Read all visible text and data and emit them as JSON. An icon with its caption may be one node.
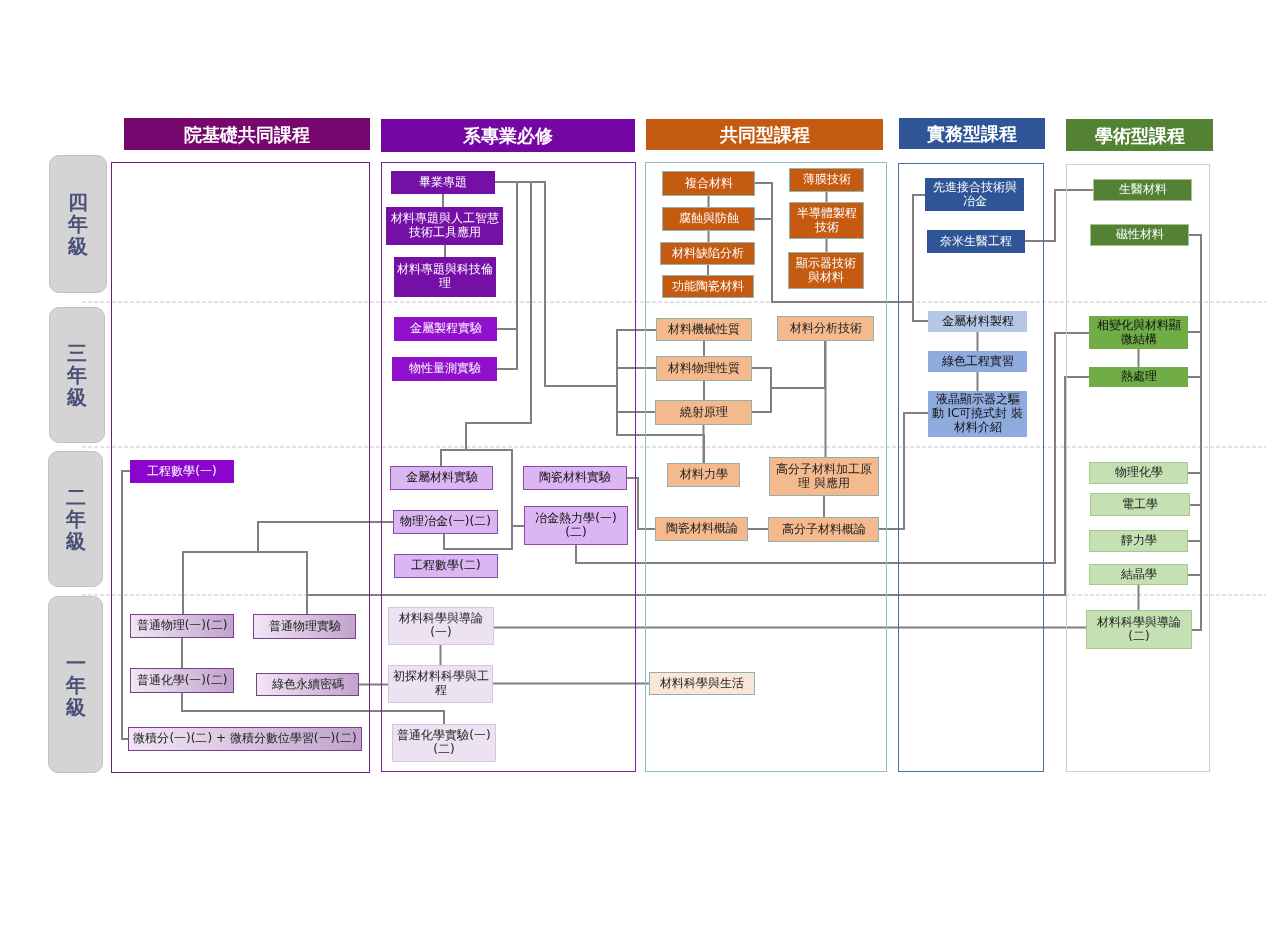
{
  "diagram": {
    "nodes": [
      {
        "text": [
          "院基礎共同課程"
        ]
      },
      {
        "text": [
          "系專業必修"
        ]
      },
      {
        "text": [
          "共同型課程"
        ]
      },
      {
        "text": [
          "實務型課程"
        ]
      },
      {
        "text": [
          "學術型課程"
        ]
      },
      {
        "text": [
          "四年級"
        ]
      },
      {
        "text": [
          "三年級"
        ]
      },
      {
        "text": [
          "二年級"
        ]
      },
      {
        "text": [
          "一年級"
        ]
      },
      {
        "text": [
          "工程數學(一)"
        ],
        "in": 0
      },
      {
        "text": [
          "普通物理(一)(二)"
        ],
        "in": 0
      },
      {
        "text": [
          "普通物理實驗"
        ],
        "in": 0
      },
      {
        "text": [
          "普通化學(一)(二)"
        ],
        "in": 0
      },
      {
        "text": [
          "綠色永續密碼"
        ],
        "in": 0
      },
      {
        "text": [
          "微積分(一)(二) + 微積分數位學習(一)(二)"
        ],
        "in": 0
      },
      {
        "text": [
          "畢業專題"
        ],
        "in": 1
      },
      {
        "text": [
          "材料專題與人工智慧技術工具應用"
        ],
        "in": 1
      },
      {
        "text": [
          "材料專題與科技倫理"
        ],
        "in": 1
      },
      {
        "text": [
          "金屬製程實驗"
        ],
        "in": 1
      },
      {
        "text": [
          "物性量測實驗"
        ],
        "in": 1
      },
      {
        "text": [
          "金屬材料實驗"
        ],
        "in": 1
      },
      {
        "text": [
          "陶瓷材料實驗"
        ],
        "in": 1
      },
      {
        "text": [
          "物理冶金(一)(二)"
        ],
        "in": 1
      },
      {
        "text": [
          "冶金熱力學(一)(二)"
        ],
        "in": 1
      },
      {
        "text": [
          "工程數學(二)"
        ],
        "in": 1
      },
      {
        "text": [
          "材料科學與導論(一)"
        ],
        "in": 1
      },
      {
        "text": [
          "初探材料科學與工程"
        ],
        "in": 1
      },
      {
        "text": [
          "普通化學實驗(一)(二)"
        ],
        "in": 1
      },
      {
        "text": [
          "複合材料"
        ],
        "in": 2
      },
      {
        "text": [
          "腐蝕與防蝕"
        ],
        "in": 2
      },
      {
        "text": [
          "材料缺陷分析"
        ],
        "in": 2
      },
      {
        "text": [
          "功能陶瓷材料"
        ],
        "in": 2
      },
      {
        "text": [
          "薄膜技術"
        ],
        "in": 2
      },
      {
        "text": [
          "半導體製程技術"
        ],
        "in": 2
      },
      {
        "text": [
          "顯示器技術與材料"
        ],
        "in": 2
      },
      {
        "text": [
          "材料機械性質"
        ],
        "in": 2
      },
      {
        "text": [
          "材料分析技術"
        ],
        "in": 2
      },
      {
        "text": [
          "材料物理性質"
        ],
        "in": 2
      },
      {
        "text": [
          "繞射原理"
        ],
        "in": 2
      },
      {
        "text": [
          "材料力學"
        ],
        "in": 2
      },
      {
        "text": [
          "高分子材料加工原理 與應用"
        ],
        "in": 2
      },
      {
        "text": [
          "陶瓷材料概論"
        ],
        "in": 2
      },
      {
        "text": [
          "高分子材料概論"
        ],
        "in": 2
      },
      {
        "text": [
          "材料科學與生活"
        ],
        "in": 2
      },
      {
        "text": [
          "先進接合技術與冶金"
        ],
        "in": 3
      },
      {
        "text": [
          "奈米生醫工程"
        ],
        "in": 3
      },
      {
        "text": [
          "金屬材料製程"
        ],
        "in": 3
      },
      {
        "text": [
          "綠色工程實習"
        ],
        "in": 3
      },
      {
        "text": [
          "液晶顯示器之驅動 IC可撓式封 裝材料介紹"
        ],
        "in": 3
      },
      {
        "text": [
          "生醫材料"
        ],
        "in": 4
      },
      {
        "text": [
          "磁性材料"
        ],
        "in": 4
      },
      {
        "text": [
          "相變化與材料顯微結構"
        ],
        "in": 4
      },
      {
        "text": [
          "熱處理"
        ],
        "in": 4
      },
      {
        "text": [
          "物理化學"
        ],
        "in": 4
      },
      {
        "text": [
          "電工學"
        ],
        "in": 4
      },
      {
        "text": [
          "靜力學"
        ],
        "in": 4
      },
      {
        "text": [
          "結晶學"
        ],
        "in": 4
      },
      {
        "text": [
          "材料科學與導論(二)"
        ],
        "in": 4
      }
    ],
    "edges": [
      {
        "from": 9,
        "to": 14,
        "arrow": "none"
      },
      {
        "from": 10,
        "to": 12,
        "arrow": "none"
      },
      {
        "from": 12,
        "to": 27,
        "arrow": "none"
      },
      {
        "from": 13,
        "to": 26,
        "arrow": "none"
      },
      {
        "from": 26,
        "to": 43,
        "arrow": "none"
      },
      {
        "from": 25,
        "to": 26,
        "arrow": "none"
      },
      {
        "from": 25,
        "to": 57,
        "arrow": "none"
      },
      {
        "from": 22,
        "to": 10,
        "arrow": "none"
      },
      {
        "from": 22,
        "to": 11,
        "arrow": "none"
      },
      {
        "from": 11,
        "to": 52,
        "arrow": "none"
      },
      {
        "from": 15,
        "to": 16,
        "arrow": "none"
      },
      {
        "from": 16,
        "to": 17,
        "arrow": "none"
      },
      {
        "from": 15,
        "to": 18,
        "arrow": "none"
      },
      {
        "from": 15,
        "to": 19,
        "arrow": "none"
      },
      {
        "from": 15,
        "to": 20,
        "arrow": "none"
      },
      {
        "from": 20,
        "to": 22,
        "arrow": "none"
      },
      {
        "from": 22,
        "to": 23,
        "arrow": "none"
      },
      {
        "from": 21,
        "to": 41,
        "arrow": "none"
      },
      {
        "from": 15,
        "to": 35,
        "arrow": "none"
      },
      {
        "from": 15,
        "to": 37,
        "arrow": "none"
      },
      {
        "from": 15,
        "to": 38,
        "arrow": "none"
      },
      {
        "from": 15,
        "to": 39,
        "arrow": "none"
      },
      {
        "from": 35,
        "to": 37,
        "arrow": "none"
      },
      {
        "from": 37,
        "to": 38,
        "arrow": "none"
      },
      {
        "from": 38,
        "to": 39,
        "arrow": "none"
      },
      {
        "from": 37,
        "to": 36,
        "arrow": "none"
      },
      {
        "from": 38,
        "to": 36,
        "arrow": "none"
      },
      {
        "from": 36,
        "to": 40,
        "arrow": "none"
      },
      {
        "from": 40,
        "to": 42,
        "arrow": "none"
      },
      {
        "from": 41,
        "to": 42,
        "arrow": "none"
      },
      {
        "from": 42,
        "to": 48,
        "arrow": "none"
      },
      {
        "from": 23,
        "to": 51,
        "arrow": "none"
      },
      {
        "from": 28,
        "to": 29,
        "arrow": "none"
      },
      {
        "from": 29,
        "to": 30,
        "arrow": "none"
      },
      {
        "from": 30,
        "to": 31,
        "arrow": "none"
      },
      {
        "from": 28,
        "to": 44,
        "arrow": "none"
      },
      {
        "from": 29,
        "to": 44,
        "arrow": "none"
      },
      {
        "from": 44,
        "to": 46,
        "arrow": "none"
      },
      {
        "from": 32,
        "to": 33,
        "arrow": "none"
      },
      {
        "from": 33,
        "to": 34,
        "arrow": "none"
      },
      {
        "from": 45,
        "to": 49,
        "arrow": "none"
      },
      {
        "from": 46,
        "to": 47,
        "arrow": "none"
      },
      {
        "from": 47,
        "to": 48,
        "arrow": "none"
      },
      {
        "from": 51,
        "to": 52,
        "arrow": "none"
      },
      {
        "from": 56,
        "to": 57,
        "arrow": "none"
      },
      {
        "from": 57,
        "to": 50,
        "arrow": "none"
      },
      {
        "from": 57,
        "to": 51,
        "arrow": "none"
      },
      {
        "from": 57,
        "to": 52,
        "arrow": "none"
      },
      {
        "from": 57,
        "to": 53,
        "arrow": "none"
      },
      {
        "from": 57,
        "to": 54,
        "arrow": "none"
      },
      {
        "from": 57,
        "to": 55,
        "arrow": "none"
      },
      {
        "from": 57,
        "to": 56,
        "arrow": "none"
      }
    ]
  }
}
